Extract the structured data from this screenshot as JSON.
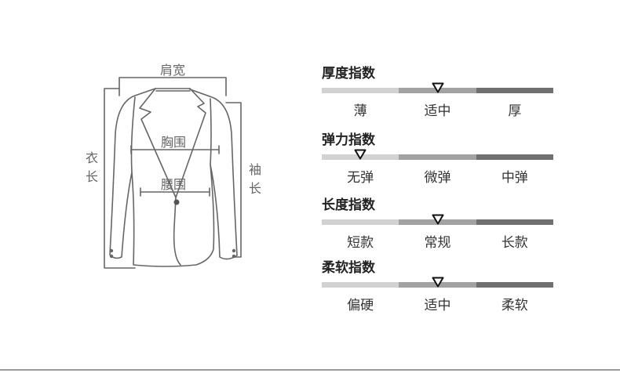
{
  "diagram": {
    "shoulder_label": "肩宽",
    "chest_label": "胸围",
    "waist_label": "腰围",
    "length_label": [
      "衣",
      "长"
    ],
    "sleeve_label": [
      "袖",
      "长"
    ]
  },
  "indices": [
    {
      "title": "厚度指数",
      "levels": [
        "薄",
        "适中",
        "厚"
      ],
      "selected": 1
    },
    {
      "title": "弹力指数",
      "levels": [
        "无弹",
        "微弹",
        "中弹"
      ],
      "selected": 0
    },
    {
      "title": "长度指数",
      "levels": [
        "短款",
        "常规",
        "长款"
      ],
      "selected": 1
    },
    {
      "title": "柔软指数",
      "levels": [
        "偏硬",
        "适中",
        "柔软"
      ],
      "selected": 1
    }
  ],
  "colors": {
    "bar_light": "#d2d2d2",
    "bar_mid": "#a2a2a2",
    "bar_dark": "#707070",
    "outline": "#666666"
  }
}
